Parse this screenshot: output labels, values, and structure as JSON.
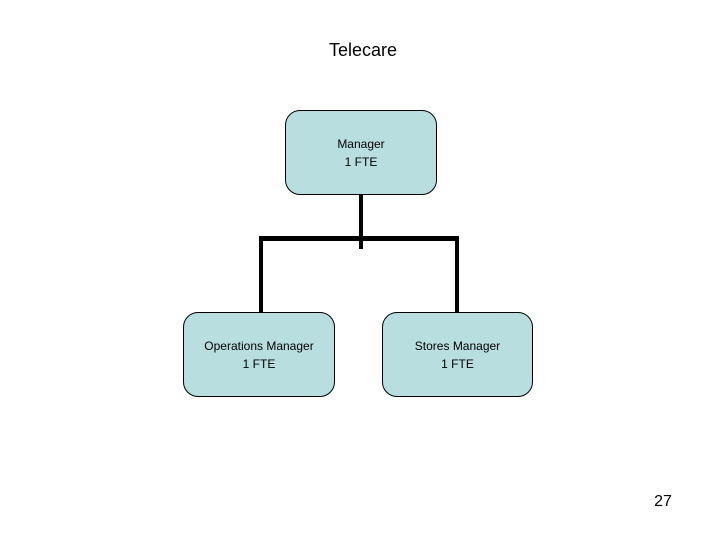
{
  "slide": {
    "title": "Telecare",
    "page_number": "27"
  },
  "org_chart": {
    "root": {
      "name": "Manager",
      "fte": "1 FTE"
    },
    "children": [
      {
        "name": "Operations Manager",
        "fte": "1 FTE"
      },
      {
        "name": "Stores Manager",
        "fte": "1 FTE"
      }
    ]
  },
  "colors": {
    "background": "#ffffff",
    "box_fill": "#b9dee0",
    "box_border": "#000000",
    "connector": "#000000",
    "text": "#000000"
  }
}
